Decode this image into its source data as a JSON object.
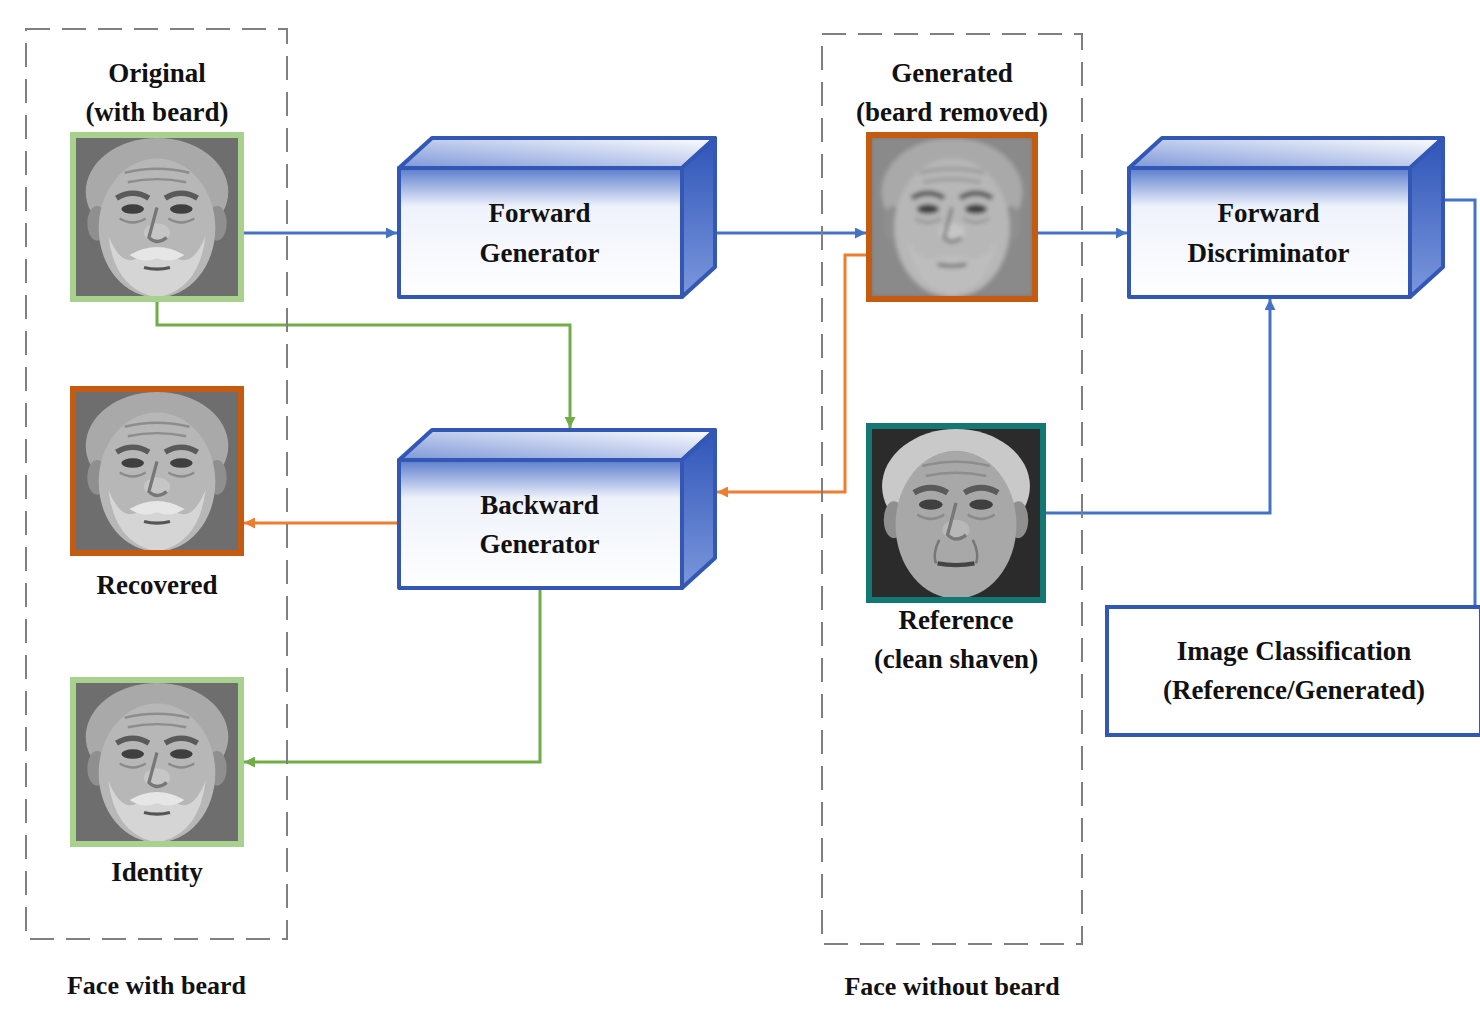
{
  "diagram": {
    "nodes": [
      {
        "text": [
          "Face with beard"
        ]
      },
      {
        "text": [
          "Original (with beard)"
        ],
        "in": 0
      },
      {
        "text": [
          "Recovered"
        ],
        "in": 0
      },
      {
        "text": [
          "Identity"
        ],
        "in": 0
      },
      {
        "text": [
          "Forward Generator"
        ]
      },
      {
        "text": [
          "Backward Generator"
        ]
      },
      {
        "text": [
          "Face without beard"
        ]
      },
      {
        "text": [
          "Generated (beard removed)"
        ],
        "in": 6
      },
      {
        "text": [
          "Reference (clean shaven)"
        ],
        "in": 6
      },
      {
        "text": [
          "Forward Discriminator"
        ]
      },
      {
        "text": [
          "Image Classification (Reference/Generated)"
        ]
      }
    ],
    "edges": [
      {
        "from": 1,
        "to": 4,
        "arrow": "to"
      },
      {
        "from": 4,
        "to": 7,
        "arrow": "to"
      },
      {
        "from": 7,
        "to": 9,
        "arrow": "to"
      },
      {
        "from": 8,
        "to": 9,
        "arrow": "to"
      },
      {
        "from": 1,
        "to": 5,
        "arrow": "to"
      },
      {
        "from": 7,
        "to": 5,
        "arrow": "to"
      },
      {
        "from": 5,
        "to": 2,
        "arrow": "to"
      },
      {
        "from": 5,
        "to": 3,
        "arrow": "to"
      },
      {
        "from": 9,
        "to": 10,
        "arrow": "to"
      }
    ]
  }
}
